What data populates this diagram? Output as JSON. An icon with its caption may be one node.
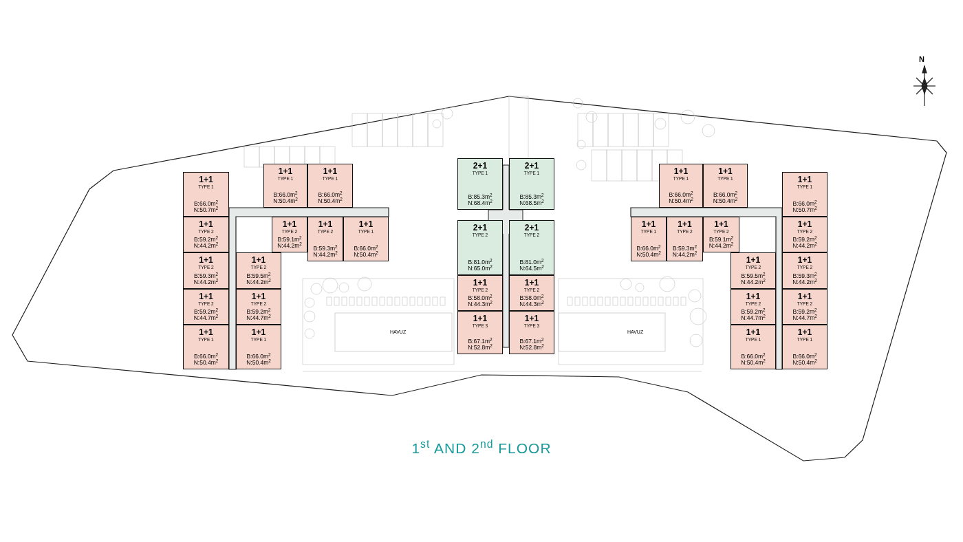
{
  "diagram": {
    "title": "1$^{st}$ AND 2$^{nd}$ FLOOR",
    "nodes": [
      {
        "text": [
          "1+1",
          "TYPE 1",
          "B:66.0m$^{2}$",
          "N:50.7m$^{2}$"
        ]
      },
      {
        "text": [
          "1+1",
          "TYPE 2",
          "B:59.2m$^{2}$",
          "N:44.2m$^{2}$"
        ]
      },
      {
        "text": [
          "1+1",
          "TYPE 2",
          "B:59.3m$^{2}$",
          "N:44.2m$^{2}$"
        ]
      },
      {
        "text": [
          "1+1",
          "TYPE 2",
          "B:59.2m$^{2}$",
          "N:44.7m$^{2}$"
        ]
      },
      {
        "text": [
          "1+1",
          "TYPE 1",
          "B:66.0m$^{2}$",
          "N:50.4m$^{2}$"
        ]
      },
      {
        "text": [
          "1+1",
          "TYPE 1",
          "B:66.0m$^{2}$",
          "N:50.4m$^{2}$"
        ]
      },
      {
        "text": [
          "1+1",
          "TYPE 1",
          "B:66.0m$^{2}$",
          "N:50.4m$^{2}$"
        ]
      },
      {
        "text": [
          "1+1",
          "TYPE 2",
          "B:59.1m$^{2}$",
          "N:44.2m$^{2}$"
        ]
      },
      {
        "text": [
          "1+1",
          "TYPE 2",
          "B:59.3m$^{2}$",
          "N:44.2m$^{2}$"
        ]
      },
      {
        "text": [
          "1+1",
          "TYPE 1",
          "B:66.0m$^{2}$",
          "N:50.4m$^{2}$"
        ]
      },
      {
        "text": [
          "1+1",
          "TYPE 2",
          "B:59.5m$^{2}$",
          "N:44.2m$^{2}$"
        ]
      },
      {
        "text": [
          "1+1",
          "TYPE 2",
          "B:59.2m$^{2}$",
          "N:44.7m$^{2}$"
        ]
      },
      {
        "text": [
          "1+1",
          "TYPE 1",
          "B:66.0m$^{2}$",
          "N:50.4m$^{2}$"
        ]
      },
      {
        "text": [
          "2+1",
          "TYPE 1",
          "B:85.3m$^{2}$",
          "N:68.4m$^{2}$"
        ]
      },
      {
        "text": [
          "2+1",
          "TYPE 1",
          "B:85.3m$^{2}$",
          "N:68.5m$^{2}$"
        ]
      },
      {
        "text": [
          "2+1",
          "TYPE 2",
          "B:81.0m$^{2}$",
          "N:65.0m$^{2}$"
        ]
      },
      {
        "text": [
          "2+1",
          "TYPE 2",
          "B:81.0m$^{2}$",
          "N:64.5m$^{2}$"
        ]
      },
      {
        "text": [
          "1+1",
          "TYPE 2",
          "B:58.0m$^{2}$",
          "N:44.3m$^{2}$"
        ]
      },
      {
        "text": [
          "1+1",
          "TYPE 2",
          "B:58.0m$^{2}$",
          "N:44.3m$^{2}$"
        ]
      },
      {
        "text": [
          "1+1",
          "TYPE 3",
          "B:67.1m$^{2}$",
          "N:52.8m$^{2}$"
        ]
      },
      {
        "text": [
          "1+1",
          "TYPE 3",
          "B:67.1m$^{2}$",
          "N:52.8m$^{2}$"
        ]
      },
      {
        "text": [
          "1+1",
          "TYPE 1",
          "B:66.0m$^{2}$",
          "N:50.4m$^{2}$"
        ]
      },
      {
        "text": [
          "1+1",
          "TYPE 1",
          "B:66.0m$^{2}$",
          "N:50.4m$^{2}$"
        ]
      },
      {
        "text": [
          "1+1",
          "TYPE 1",
          "B:66.0m$^{2}$",
          "N:50.4m$^{2}$"
        ]
      },
      {
        "text": [
          "1+1",
          "TYPE 2",
          "B:59.3m$^{2}$",
          "N:44.2m$^{2}$"
        ]
      },
      {
        "text": [
          "1+1",
          "TYPE 2",
          "B:59.1m$^{2}$",
          "N:44.2m$^{2}$"
        ]
      },
      {
        "text": [
          "1+1",
          "TYPE 2",
          "B:59.5m$^{2}$",
          "N:44.2m$^{2}$"
        ]
      },
      {
        "text": [
          "1+1",
          "TYPE 2",
          "B:59.2m$^{2}$",
          "N:44.7m$^{2}$"
        ]
      },
      {
        "text": [
          "1+1",
          "TYPE 1",
          "B:66.0m$^{2}$",
          "N:50.4m$^{2}$"
        ]
      },
      {
        "text": [
          "1+1",
          "TYPE 1",
          "B:66.0m$^{2}$",
          "N:50.7m$^{2}$"
        ]
      },
      {
        "text": [
          "1+1",
          "TYPE 2",
          "B:59.2m$^{2}$",
          "N:44.2m$^{2}$"
        ]
      },
      {
        "text": [
          "1+1",
          "TYPE 2",
          "B:59.3m$^{2}$",
          "N:44.2m$^{2}$"
        ]
      },
      {
        "text": [
          "1+1",
          "TYPE 2",
          "B:59.2m$^{2}$",
          "N:44.7m$^{2}$"
        ]
      },
      {
        "text": [
          "1+1",
          "TYPE 1",
          "B:66.0m$^{2}$",
          "N:50.4m$^{2}$"
        ]
      }
    ],
    "labels": [
      "N",
      "HAVUZ",
      "HAVUZ"
    ]
  }
}
